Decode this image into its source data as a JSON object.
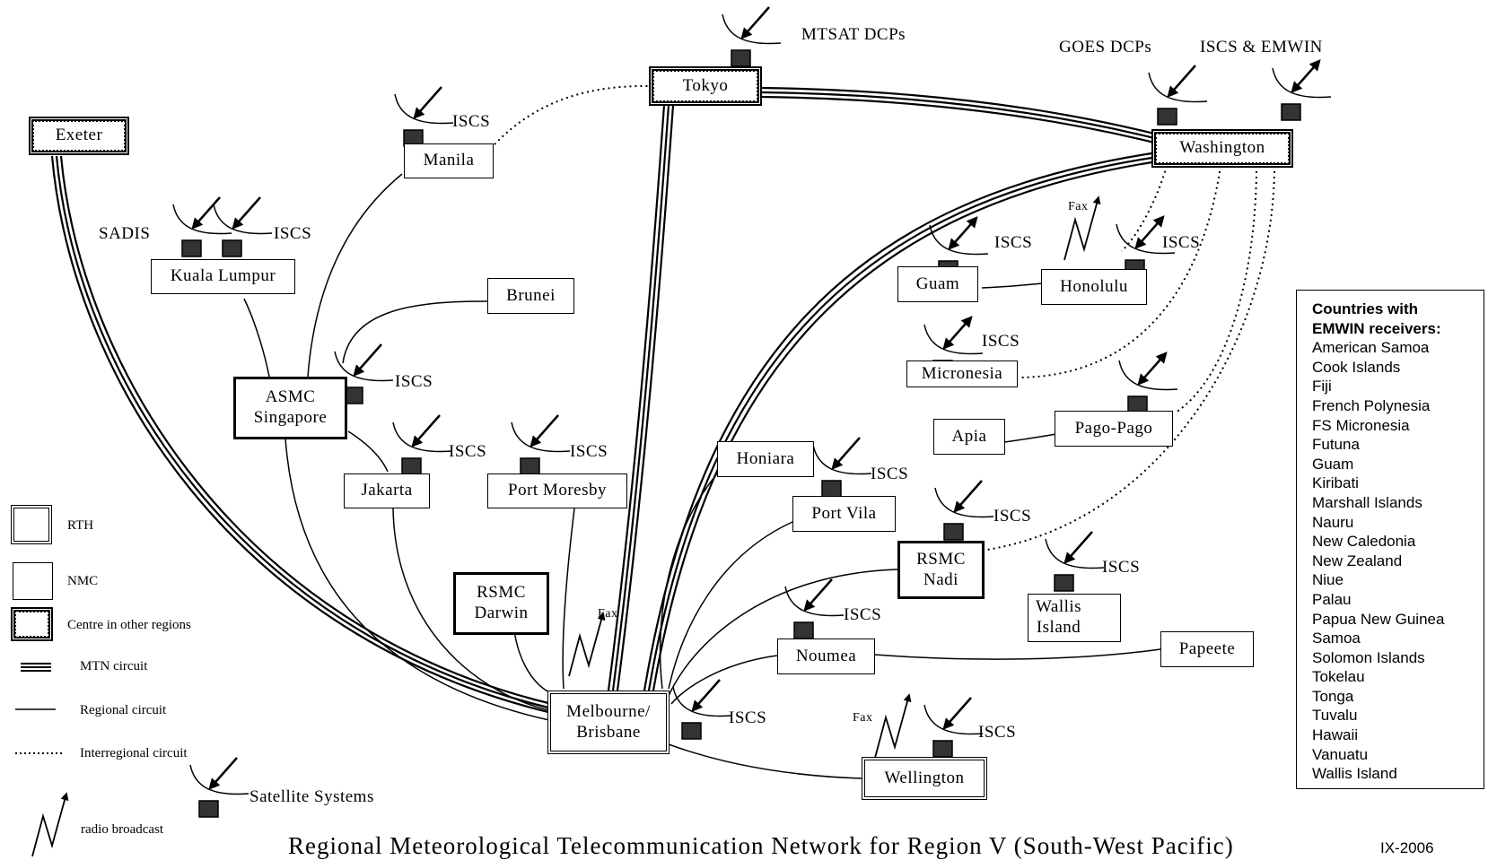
{
  "nodes": {
    "exeter": "Exeter",
    "tokyo": "Tokyo",
    "washington": "Washington",
    "manila": "Manila",
    "kuala_lumpur": "Kuala Lumpur",
    "brunei": "Brunei",
    "asmc_singapore": "ASMC\nSingapore",
    "jakarta": "Jakarta",
    "port_moresby": "Port Moresby",
    "rsmc_darwin": "RSMC\nDarwin",
    "melbourne": "Melbourne/\nBrisbane",
    "honiara": "Honiara",
    "port_vila": "Port Vila",
    "guam": "Guam",
    "honolulu": "Honolulu",
    "micronesia": "Micronesia",
    "apia": "Apia",
    "pago_pago": "Pago-Pago",
    "rsmc_nadi": "RSMC\nNadi",
    "wallis": "Wallis\nIsland",
    "noumea": "Noumea",
    "papeete": "Papeete",
    "wellington": "Wellington"
  },
  "labels": {
    "mtsat": "MTSAT DCPs",
    "goes": "GOES DCPs",
    "iscs_emwin": "ISCS & EMWIN",
    "iscs": "ISCS",
    "sadis": "SADIS",
    "fax": "Fax"
  },
  "legend": {
    "rth": "RTH",
    "nmc": "NMC",
    "other": "Centre in other  regions",
    "mtn": "MTN circuit",
    "regional": "Regional circuit",
    "interregional": "Interregional circuit",
    "satellite": "Satellite Systems",
    "radio": "radio broadcast"
  },
  "countries": {
    "heading": "Countries with\nEMWIN receivers:",
    "list": [
      "American Samoa",
      "Cook Islands",
      "Fiji",
      "French Polynesia",
      "FS Micronesia",
      "Futuna",
      "Guam",
      "Kiribati",
      "Marshall Islands",
      "Nauru",
      "New Caledonia",
      "New Zealand",
      "Niue",
      "Palau",
      "Papua New Guinea",
      "Samoa",
      "Solomon Islands",
      "Tokelau",
      "Tonga",
      "Tuvalu",
      "Hawaii",
      "Vanuatu",
      "Wallis Island"
    ]
  },
  "title": "Regional Meteorological Telecommunication Network for Region V (South-West Pacific)",
  "stamp": "IX-2006"
}
